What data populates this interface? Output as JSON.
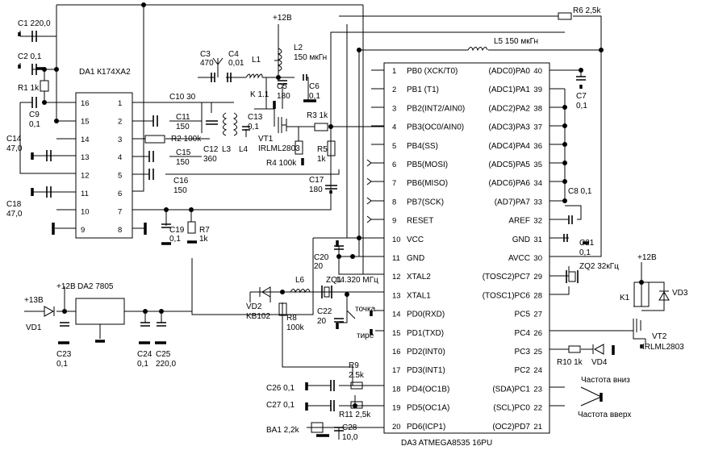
{
  "supply_plus_12v": "+12В",
  "supply_plus_13v": "+13В",
  "da1": {
    "title": "DA1 К174ХА2",
    "left_pins": [
      "16",
      "15",
      "14",
      "13",
      "12",
      "11",
      "10",
      "9"
    ],
    "right_pins": [
      "1",
      "2",
      "3",
      "4",
      "5",
      "6",
      "7",
      "8"
    ]
  },
  "da2": {
    "title": "DA2 7805"
  },
  "da3": {
    "title": "DA3 ATMEGA8535 16PU",
    "left_pins": [
      {
        "num": "1",
        "name": "PB0 (XCK/T0)"
      },
      {
        "num": "2",
        "name": "PB1 (T1)"
      },
      {
        "num": "3",
        "name": "PB2(INT2/AIN0)"
      },
      {
        "num": "4",
        "name": "PB3(OC0/AIN0)"
      },
      {
        "num": "5",
        "name": "PB4(SS)"
      },
      {
        "num": "6",
        "name": "PB5(MOSI)"
      },
      {
        "num": "7",
        "name": "PB6(MISO)"
      },
      {
        "num": "8",
        "name": "PB7(SCK)"
      },
      {
        "num": "9",
        "name": "RESET"
      },
      {
        "num": "10",
        "name": "VCC"
      },
      {
        "num": "11",
        "name": "GND"
      },
      {
        "num": "12",
        "name": "XTAL2"
      },
      {
        "num": "13",
        "name": "XTAL1"
      },
      {
        "num": "14",
        "name": "PD0(RXD)"
      },
      {
        "num": "15",
        "name": "PD1(TXD)"
      },
      {
        "num": "16",
        "name": "PD2(INT0)"
      },
      {
        "num": "17",
        "name": "PD3(INT1)"
      },
      {
        "num": "18",
        "name": "PD4(OC1B)"
      },
      {
        "num": "19",
        "name": "PD5(OC1A)"
      },
      {
        "num": "20",
        "name": "PD6(ICP1)"
      }
    ],
    "right_pins": [
      {
        "num": "40",
        "name": "(ADC0)PA0"
      },
      {
        "num": "39",
        "name": "(ADC1)PA1"
      },
      {
        "num": "38",
        "name": "(ADC2)PA2"
      },
      {
        "num": "37",
        "name": "(ADC3)PA3"
      },
      {
        "num": "36",
        "name": "(ADC4)PA4"
      },
      {
        "num": "35",
        "name": "(ADC5)PA5"
      },
      {
        "num": "34",
        "name": "(ADC6)PA6"
      },
      {
        "num": "33",
        "name": "(AD7)PA7"
      },
      {
        "num": "32",
        "name": "AREF"
      },
      {
        "num": "31",
        "name": "GND"
      },
      {
        "num": "30",
        "name": "AVCC"
      },
      {
        "num": "29",
        "name": "(TOSC2)PC7"
      },
      {
        "num": "28",
        "name": "(TOSC1)PC6"
      },
      {
        "num": "27",
        "name": "PC5"
      },
      {
        "num": "26",
        "name": "PC4"
      },
      {
        "num": "25",
        "name": "PC3"
      },
      {
        "num": "24",
        "name": "PC2"
      },
      {
        "num": "23",
        "name": "(SDA)PC1"
      },
      {
        "num": "22",
        "name": "(SCL)PC0"
      },
      {
        "num": "21",
        "name": "(OC2)PD7"
      }
    ]
  },
  "components": {
    "c1": "C1 220,0",
    "c2": "C2 0,1",
    "r1": "R1 1k",
    "c9": "C9",
    "c9_val": "0,1",
    "c14": "C14",
    "c14_val": "47,0",
    "c18": "C18",
    "c18_val": "47,0",
    "c3": "C3",
    "c3_val": "470",
    "c4": "C4",
    "c4_val": "0,01",
    "l1": "L1",
    "l2": "L2",
    "l2_val": "150 мкГн",
    "c5": "C5",
    "c5_val": "180",
    "c6": "C6",
    "c6_val": "0,1",
    "k": "K 1.1",
    "c10": "C10 30",
    "c11": "C11",
    "c11_val": "150",
    "c13": "C13",
    "c13_val": "0,1",
    "vt1": "VT1",
    "vt1_type": "IRLML2803",
    "r3": "R3 1k",
    "r2": "R2 100k",
    "c15": "C15",
    "c15_val": "150",
    "c12": "C12",
    "c12_val": "360",
    "l3": "L3",
    "l4": "L4",
    "r5": "R5",
    "r5_val": "1k",
    "r4": "R4 100k",
    "c16": "C16",
    "c16_val": "150",
    "c17": "C17",
    "c17_val": "180",
    "c19": "C19",
    "c19_val": "0,1",
    "r7": "R7",
    "r7_val": "1k",
    "r6": "R6 2,5k",
    "l5": "L5 150 мкГн",
    "c7": "C7",
    "c7_val": "0,1",
    "c8": "C8 0,1",
    "c21": "C21",
    "c21_val": "0,1",
    "c20": "C20",
    "c20_val": "20",
    "l6": "L6",
    "zq1": "ZQ1",
    "zq1_freq": "14.320 МГц",
    "vd2": "VD2",
    "vd2_type": "KB102",
    "r8": "R8",
    "r8_val": "100k",
    "c22": "C22",
    "c22_val": "20",
    "vd1": "VD1",
    "c23": "C23",
    "c23_val": "0,1",
    "c24": "C24",
    "c24_val": "0,1",
    "c25": "C25",
    "c25_val": "220,0",
    "r9": "R9",
    "r9_val": "2.5k",
    "c26": "C26 0,1",
    "c27": "C27 0,1",
    "r11": "R11 2,5k",
    "ba1": "BA1 2,2k",
    "c28": "C28",
    "c28_val": "10,0",
    "zq2": "ZQ2 32кГц",
    "k1": "K1",
    "vd3": "VD3",
    "vt2": "VT2",
    "vt2_type": "IRLML2803",
    "r10": "R10 1k",
    "vd4": "VD4"
  },
  "labels": {
    "tochka": "точка",
    "tire": "тире",
    "freq_down": "Частота вниз",
    "freq_up": "Частота вверх"
  }
}
